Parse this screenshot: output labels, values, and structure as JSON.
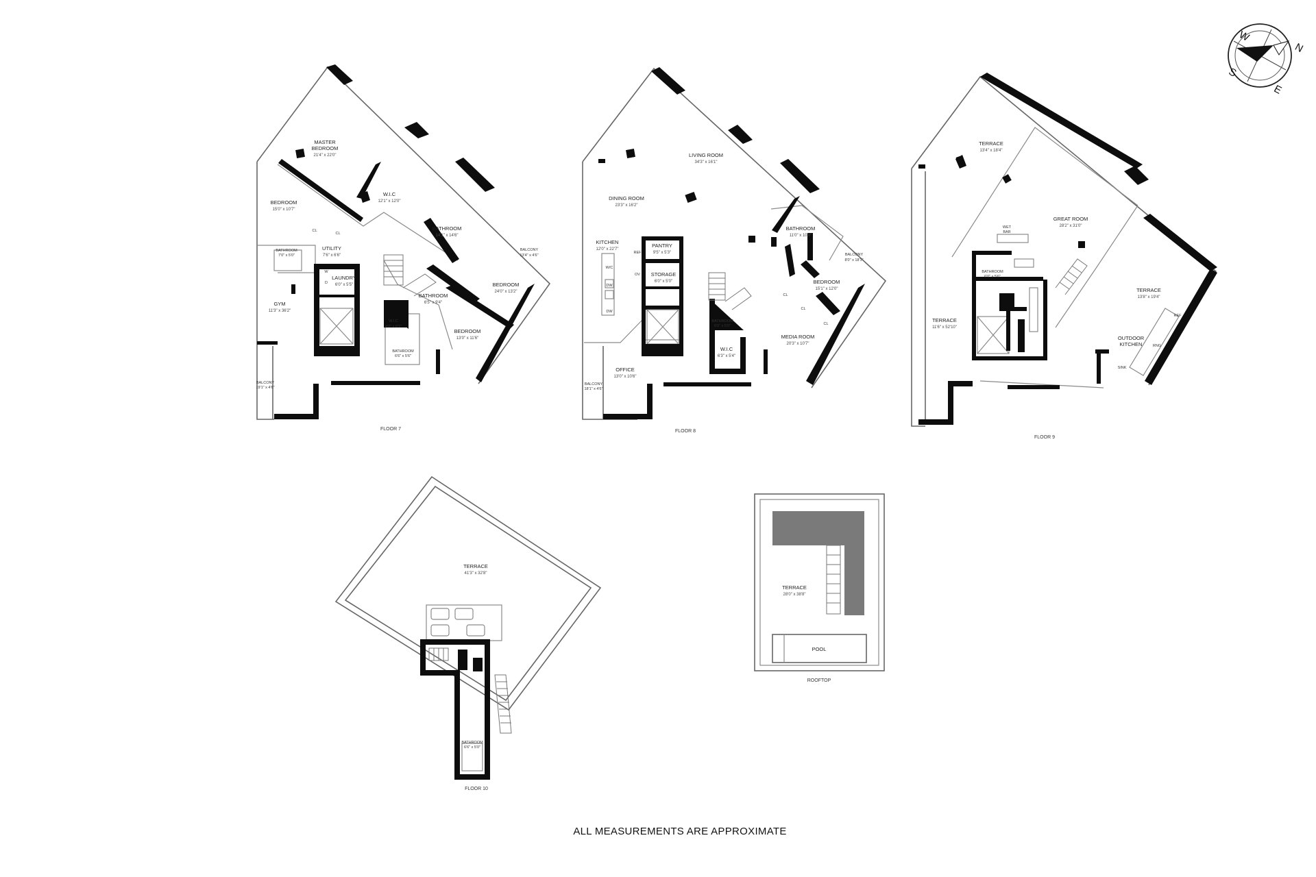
{
  "footer_note": "ALL MEASUREMENTS ARE APPROXIMATE",
  "compass": {
    "n": "N",
    "s": "S",
    "e": "E",
    "w": "W"
  },
  "floor7": {
    "label": "FLOOR 7",
    "rooms": {
      "master_bedroom": {
        "name1": "MASTER",
        "name2": "BEDROOM",
        "dim": "21'4\" x 22'0\""
      },
      "wic": {
        "name": "W.I.C",
        "dim": "12'1\" x 12'0\""
      },
      "bedroom_left": {
        "name": "BEDROOM",
        "dim": "15'0\" x 10'7\""
      },
      "bathroom_main": {
        "name": "BATHROOM",
        "dim": "14'1\" x 14'6\""
      },
      "balcony": {
        "name": "BALCONY",
        "dim": "13'4\" x 4'6\""
      },
      "bedroom_right": {
        "name": "BEDROOM",
        "dim": "24'0\" x 13'2\""
      },
      "bathroom_small": {
        "name": "BATHROOM",
        "dim": "7'0\" x 5'0\""
      },
      "utility": {
        "name": "UTILITY",
        "dim": "7'6\" x 6'6\""
      },
      "cl1": "CL",
      "cl2": "CL",
      "laundry": {
        "name": "LAUNDRY",
        "dim": "6'0\" x 5'5\""
      },
      "w": "W",
      "d": "D",
      "gym": {
        "name": "GYM",
        "dim": "11'3\" x 36'2\""
      },
      "bathroom_mid": {
        "name": "BATHROOM",
        "dim": "6'5\" x 9'4\""
      },
      "wic2": {
        "name": "W.I.C",
        "dim": "4'6\" x 6'1\""
      },
      "bedroom_bottom": {
        "name": "BEDROOM",
        "dim": "13'0\" x 11'6\""
      },
      "bathroom_tiny": {
        "name": "BATHROOM",
        "dim": "6'6\" x 5'6\""
      },
      "side_strip": {
        "name": "BALCONY",
        "dim": "19'1\" x 4'6\""
      }
    }
  },
  "floor8": {
    "label": "FLOOR 8",
    "rooms": {
      "living_room": {
        "name": "LIVING ROOM",
        "dim": "34'3\" x 16'1\""
      },
      "dining_room": {
        "name": "DINING ROOM",
        "dim": "23'3\" x 16'2\""
      },
      "kitchen": {
        "name": "KITCHEN",
        "dim": "12'0\" x 22'7\""
      },
      "pantry": {
        "name": "PANTRY",
        "dim": "9'5\" x 5'3\""
      },
      "storage": {
        "name": "STORAGE",
        "dim": "6'0\" x 5'0\""
      },
      "wic_label": "W/C",
      "dw1": "DW",
      "dw2": "DW",
      "ov": "OV",
      "ref": "REF",
      "bathroom": {
        "name": "BATHROOM",
        "dim": "11'0\" x 10'0\""
      },
      "balcony": {
        "name": "BALCONY",
        "dim": "8'0\" x 18'1\""
      },
      "bedroom": {
        "name": "BEDROOM",
        "dim": "15'1\" x 12'0\""
      },
      "cl1": "CL",
      "cl2": "CL",
      "cl3": "CL",
      "media_room": {
        "name": "MEDIA ROOM",
        "dim": "20'3\" x 10'7\""
      },
      "bathroom_small": {
        "name": "BATHROOM",
        "dim": "6'0\" x 5'0\""
      },
      "wic": {
        "name": "W.I.C",
        "dim": "6'3\" x 5'4\""
      },
      "office": {
        "name": "OFFICE",
        "dim": "13'0\" x 10'6\""
      },
      "balcony_side": {
        "name": "BALCONY",
        "dim": "18'1\" x 4'6\""
      }
    }
  },
  "floor9": {
    "label": "FLOOR 9",
    "rooms": {
      "terrace_top": {
        "name": "TERRACE",
        "dim": "13'4\" x 18'4\""
      },
      "great_room": {
        "name": "GREAT ROOM",
        "dim": "28'2\" x 31'0\""
      },
      "wet_bar": {
        "name1": "WET",
        "name2": "BAR"
      },
      "bathroom": {
        "name": "BATHROOM",
        "dim": "6'0\" x 5'6\""
      },
      "terrace_right": {
        "name": "TERRACE",
        "dim": "13'8\" x 19'4\""
      },
      "terrace_left": {
        "name": "TERRACE",
        "dim": "11'6\" x 52'10\""
      },
      "outdoor_kitchen": {
        "name1": "OUTDOOR",
        "name2": "KITCHEN"
      },
      "ref": "REF",
      "rng": "RNG",
      "sink": "SINK"
    }
  },
  "floor10": {
    "label": "FLOOR 10",
    "terrace": {
      "name": "TERRACE",
      "dim": "41'3\" x 32'8\""
    },
    "bathroom": {
      "name": "BATHROOM",
      "dim": "6'6\" x 5'0\""
    }
  },
  "rooftop": {
    "label": "ROOFTOP",
    "terrace": {
      "name": "TERRACE",
      "dim": "28'0\" x 38'8\""
    },
    "pool": "POOL"
  }
}
